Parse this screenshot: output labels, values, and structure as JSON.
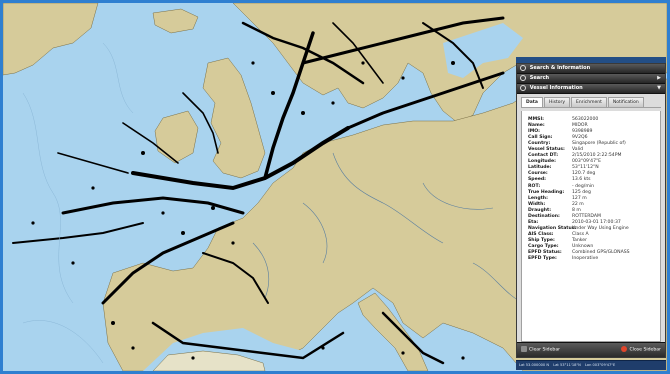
{
  "panel": {
    "search_info_title": "Search & Information",
    "search_title": "Search",
    "vessel_info_title": "Vessel Information",
    "tabs": [
      {
        "label": "Data"
      },
      {
        "label": "History"
      },
      {
        "label": "Enrichment"
      },
      {
        "label": "Notification"
      }
    ],
    "fields": [
      {
        "label": "MMSI:",
        "value": "563022000"
      },
      {
        "label": "Name:",
        "value": "MIDOR"
      },
      {
        "label": "IMO:",
        "value": "9398989"
      },
      {
        "label": "Call Sign:",
        "value": "9V2Q6"
      },
      {
        "label": "Country:",
        "value": "Singapore (Republic of)"
      },
      {
        "label": "Vessel Status:",
        "value": "Valid"
      },
      {
        "label": "Contact DT:",
        "value": "2/15/2010 2:22:54PM"
      },
      {
        "label": "Longitude:",
        "value": "003°09'47\"E"
      },
      {
        "label": "Latitude:",
        "value": "53°11'12\"N"
      },
      {
        "label": "Course:",
        "value": "120.7 deg"
      },
      {
        "label": "Speed:",
        "value": "13.6 kts"
      },
      {
        "label": "ROT:",
        "value": "- deg/min"
      },
      {
        "label": "True Heading:",
        "value": "125 deg"
      },
      {
        "label": "Length:",
        "value": "127 m"
      },
      {
        "label": "Width:",
        "value": "22 m"
      },
      {
        "label": "Draught:",
        "value": "8 m"
      },
      {
        "label": "Destination:",
        "value": "ROTTERDAM"
      },
      {
        "label": "Eta:",
        "value": "2010-03-01 17:00:37"
      },
      {
        "label": "Navigation Status:",
        "value": "Under Way Using Engine"
      },
      {
        "label": "AIS Class:",
        "value": "Class A"
      },
      {
        "label": "Ship Type:",
        "value": "Tanker"
      },
      {
        "label": "Cargo Type:",
        "value": "Unknown"
      },
      {
        "label": "EPFD Status:",
        "value": "Combined GPS/GLONASS"
      },
      {
        "label": "EPFD Type:",
        "value": "Inoperative"
      }
    ],
    "footer": {
      "clear_left": "Clear Sidebar",
      "clear_right": "Close Sidebar"
    }
  },
  "status": {
    "left": "Lat 53.000000 N",
    "middle": "Lat 53°11'18\"N",
    "right": "Lon 003°09'47\"E"
  },
  "colors": {
    "sea": "#a9d3ee",
    "land": "#d6cb9a",
    "frame": "#2f7fd0",
    "tracks": "#000000",
    "panel_header": "#262626"
  }
}
